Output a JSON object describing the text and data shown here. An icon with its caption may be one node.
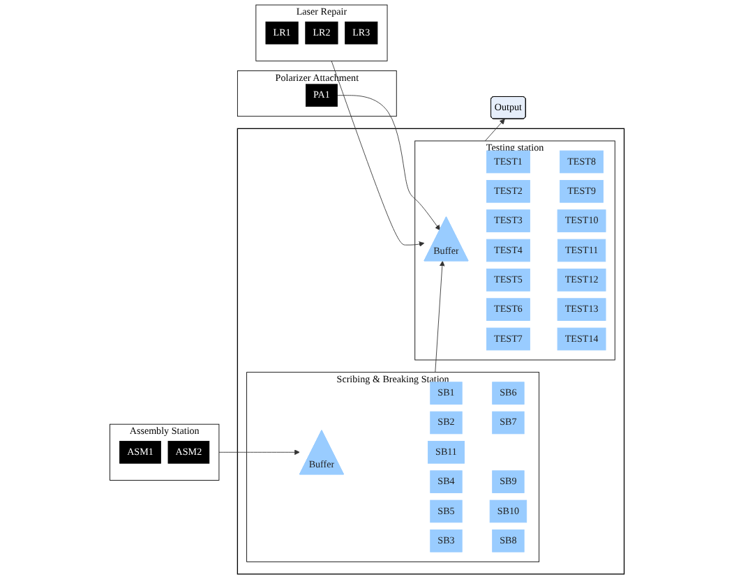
{
  "diagram": {
    "nodes": [
      {
        "text": [],
        "shape": "box"
      },
      {
        "text": [
          "Scribing & Breaking Station"
        ],
        "in": 0
      },
      {
        "text": [
          "Buffer"
        ],
        "in": 1
      },
      {
        "text": [
          "SB1"
        ],
        "in": 1
      },
      {
        "text": [
          "SB2"
        ],
        "in": 1
      },
      {
        "text": [
          "SB3"
        ],
        "in": 1
      },
      {
        "text": [
          "SB4"
        ],
        "in": 1
      },
      {
        "text": [
          "SB5"
        ],
        "in": 1
      },
      {
        "text": [
          "SB6"
        ],
        "in": 1
      },
      {
        "text": [
          "SB7"
        ],
        "in": 1
      },
      {
        "text": [
          "SB8"
        ],
        "in": 1
      },
      {
        "text": [
          "SB9"
        ],
        "in": 1
      },
      {
        "text": [
          "SB10"
        ],
        "in": 1
      },
      {
        "text": [
          "SB11"
        ],
        "in": 1
      },
      {
        "text": [
          "Testing station"
        ],
        "in": 0
      },
      {
        "text": [
          "Buffer"
        ],
        "in": 14
      },
      {
        "text": [
          "TEST1"
        ],
        "in": 14
      },
      {
        "text": [
          "TEST2"
        ],
        "in": 14
      },
      {
        "text": [
          "TEST3"
        ],
        "in": 14
      },
      {
        "text": [
          "TEST4"
        ],
        "in": 14
      },
      {
        "text": [
          "TEST5"
        ],
        "in": 14
      },
      {
        "text": [
          "TEST6"
        ],
        "in": 14
      },
      {
        "text": [
          "TEST7"
        ],
        "in": 14
      },
      {
        "text": [
          "TEST8"
        ],
        "in": 14
      },
      {
        "text": [
          "TEST9"
        ],
        "in": 14
      },
      {
        "text": [
          "TEST10"
        ],
        "in": 14
      },
      {
        "text": [
          "TEST11"
        ],
        "in": 14
      },
      {
        "text": [
          "TEST12"
        ],
        "in": 14
      },
      {
        "text": [
          "TEST13"
        ],
        "in": 14
      },
      {
        "text": [
          "TEST14"
        ],
        "in": 14
      },
      {
        "text": [
          "Polarizer Attachment"
        ]
      },
      {
        "text": [
          "PA1"
        ],
        "in": 30
      },
      {
        "text": [
          "Assembly Station"
        ]
      },
      {
        "text": [
          "ASM1"
        ],
        "in": 32
      },
      {
        "text": [
          "ASM2"
        ],
        "in": 32
      },
      {
        "text": [
          "Laser Repair"
        ]
      },
      {
        "text": [
          "LR1"
        ],
        "in": 35
      },
      {
        "text": [
          "LR2"
        ],
        "in": 35
      },
      {
        "text": [
          "LR3"
        ],
        "in": 35
      },
      {
        "text": [
          "Output"
        ]
      }
    ],
    "edges": [
      {
        "from": 32,
        "to": 2,
        "arrow": "to"
      },
      {
        "from": 1,
        "to": 15,
        "arrow": "to"
      },
      {
        "from": 31,
        "to": 15,
        "arrow": "to"
      },
      {
        "from": 35,
        "to": 15,
        "arrow": "to"
      },
      {
        "from": 14,
        "to": 39,
        "arrow": "to"
      }
    ]
  }
}
